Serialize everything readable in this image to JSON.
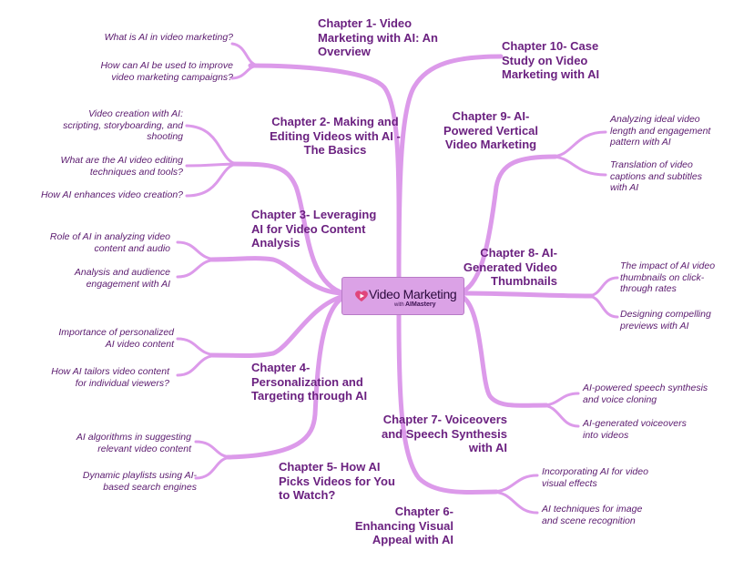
{
  "center": {
    "title": "Video Marketing",
    "with_text": "with",
    "brand_bold": "AI",
    "brand_rest": "Mastery",
    "logo_icon": "play-heart-icon"
  },
  "colors": {
    "branch": "#dc9aea",
    "chapter_text": "#6b2180",
    "sub_text": "#5a1a6e",
    "center_box": "#dba2e6"
  },
  "chapters": [
    {
      "title": "Chapter 1- Video\nMarketing with AI: An\nOverview",
      "subtopics": [
        "What is AI in video marketing?",
        "How can AI be used to improve\nvideo marketing campaigns?"
      ]
    },
    {
      "title": "Chapter 2- Making and\nEditing Videos with AI -\nThe Basics",
      "subtopics": [
        "Video creation with AI:\nscripting, storyboarding, and\nshooting",
        "What are the AI video editing\ntechniques and tools?",
        "How AI enhances video creation?"
      ]
    },
    {
      "title": "Chapter 3- Leveraging\nAI for Video Content\nAnalysis",
      "subtopics": [
        "Role of AI in analyzing video\ncontent and audio",
        "Analysis and audience\nengagement with AI"
      ]
    },
    {
      "title": "Chapter 4-\nPersonalization and\nTargeting through AI",
      "subtopics": [
        "Importance of personalized\nAI video content",
        "How AI tailors video content\nfor individual viewers?"
      ]
    },
    {
      "title": "Chapter 5- How AI\nPicks Videos for You\nto Watch?",
      "subtopics": [
        "AI algorithms in suggesting\nrelevant video content",
        "Dynamic playlists using AI-\nbased search engines"
      ]
    },
    {
      "title": "Chapter 6-\nEnhancing Visual\nAppeal with AI",
      "subtopics": [
        "Incorporating AI for video\nvisual effects",
        "AI techniques for image\nand scene recognition"
      ]
    },
    {
      "title": "Chapter 7- Voiceovers\nand Speech Synthesis\nwith AI",
      "subtopics": [
        "AI-powered speech synthesis\nand voice cloning",
        "AI-generated voiceovers\ninto videos"
      ]
    },
    {
      "title": "Chapter 8- AI-\nGenerated Video\nThumbnails",
      "subtopics": [
        "The impact of AI video\nthumbnails on click-\nthrough rates",
        "Designing compelling\npreviews with AI"
      ]
    },
    {
      "title": "Chapter 9- AI-\nPowered Vertical\nVideo Marketing",
      "subtopics": [
        "Analyzing ideal video\nlength and engagement\npattern with AI",
        "Translation of video\ncaptions and subtitles\nwith AI"
      ]
    },
    {
      "title": "Chapter 10- Case\nStudy on Video\nMarketing with AI",
      "subtopics": []
    }
  ]
}
